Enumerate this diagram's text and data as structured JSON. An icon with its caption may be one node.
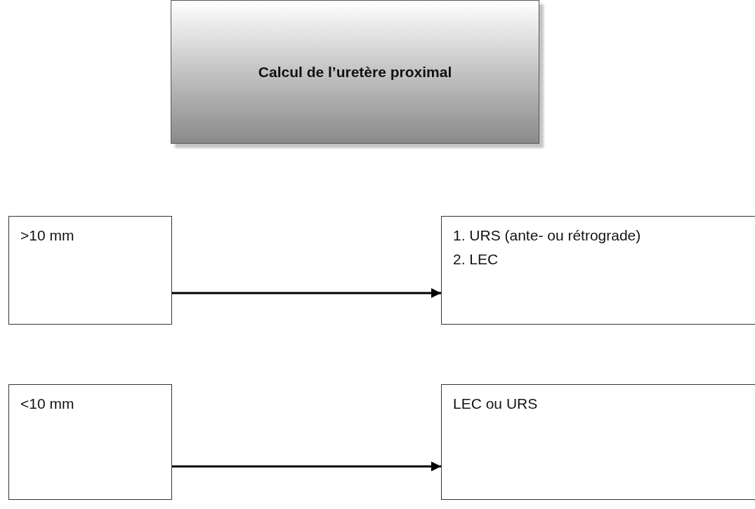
{
  "diagram": {
    "nodes": [
      {
        "text": [
          "Calcul de l’uretère proximal"
        ]
      },
      {
        "text": [
          ">10 mm"
        ]
      },
      {
        "text": [
          "1. URS (ante- ou rétrograde)",
          "2. LEC"
        ]
      },
      {
        "text": [
          "<10 mm"
        ]
      },
      {
        "text": [
          "LEC ou URS"
        ]
      }
    ],
    "edges": [
      {
        "from": 1,
        "to": 2,
        "arrow": "to"
      },
      {
        "from": 3,
        "to": 4,
        "arrow": "to"
      }
    ]
  }
}
